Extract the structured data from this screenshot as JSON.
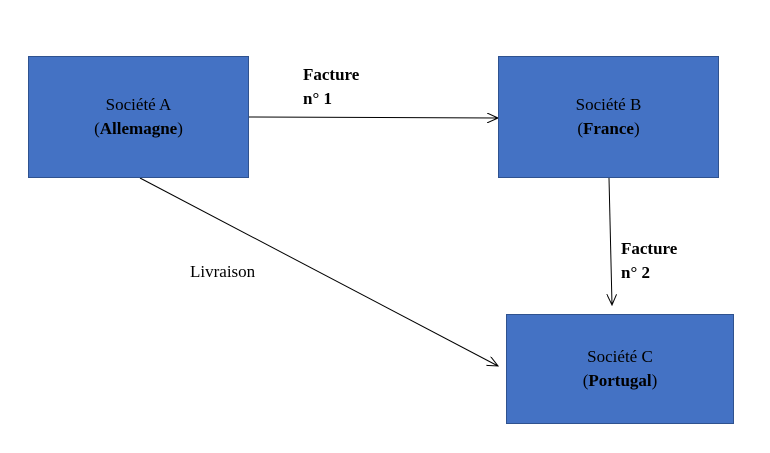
{
  "boxes": {
    "a": {
      "name": "Société A",
      "country": "Allemagne"
    },
    "b": {
      "name": "Société B",
      "country": "France"
    },
    "c": {
      "name": "Société C",
      "country": "Portugal"
    }
  },
  "labels": {
    "facture1_title": "Facture",
    "facture1_number": "n° 1",
    "facture2_title": "Facture",
    "facture2_number": "n° 2",
    "livraison": "Livraison"
  },
  "colors": {
    "box_fill": "#4472c4",
    "box_border": "#2f528f",
    "arrow": "#000000"
  }
}
